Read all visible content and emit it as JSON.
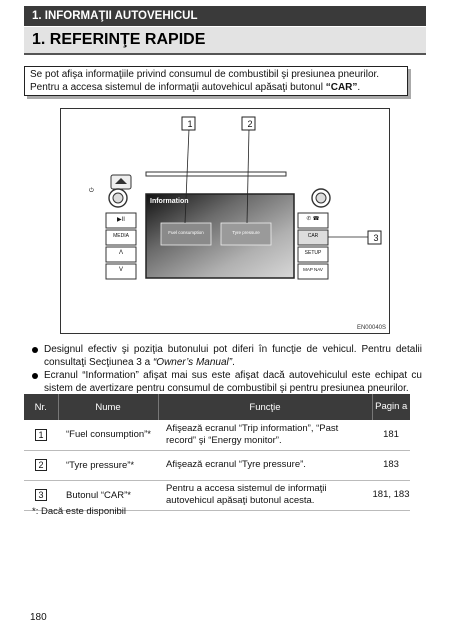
{
  "header": {
    "section": "1. INFORMAŢII AUTOVEHICUL",
    "title": "1. REFERINŢE RAPIDE"
  },
  "note": {
    "line1": "Se pot afişa informaţiile privind consumul de combustibil şi presiunea pneurilor.",
    "line2_prefix": "Pentru a accesa sistemul de informaţii autovehicul apăsaţi butonul ",
    "line2_button": "“CAR”",
    "line2_suffix": "."
  },
  "figure": {
    "callouts": [
      "1",
      "2",
      "3"
    ],
    "screen_title": "Information",
    "screen_buttons": [
      "Fuel consumption",
      "Tyre pressure"
    ],
    "left_buttons": [
      "▶II",
      "MEDIA",
      "Λ",
      "V"
    ],
    "right_buttons": [
      "✆ ☎",
      "CAR",
      "SETUP",
      "MAP NAV"
    ],
    "code": "EN00040S"
  },
  "bullets": [
    {
      "text": "Designul efectiv şi poziţia butonului pot diferi în funcţie de vehicul. Pentru detalii consultaţi Secţiunea 3 a ",
      "emph": "“Owner’s Manual”",
      "tail": "."
    },
    {
      "text": "Ecranul “Information” afişat mai sus este afişat dacă autovehiculul este echipat cu sistem de avertizare pentru consumul de combustibil şi pentru presiunea pneurilor.",
      "emph": "",
      "tail": ""
    }
  ],
  "table": {
    "headers": [
      "Nr.",
      "Nume",
      "Funcţie",
      "Pagin a"
    ],
    "rows": [
      {
        "nr": "1",
        "nume": "“Fuel consumption”*",
        "functie": "Afişează ecranul “Trip information”, “Past record” şi “Energy monitor”.",
        "pagina": "181"
      },
      {
        "nr": "2",
        "nume": "“Tyre pressure”*",
        "functie": "Afişează ecranul “Tyre pressure”.",
        "pagina": "183"
      },
      {
        "nr": "3",
        "nume": "Butonul “CAR”*",
        "functie": "Pentru a accesa sistemul de informaţii autovehicul apăsaţi butonul acesta.",
        "pagina": "181, 183"
      }
    ]
  },
  "footnote": "*: Dacă este disponibil",
  "page_number": "180"
}
